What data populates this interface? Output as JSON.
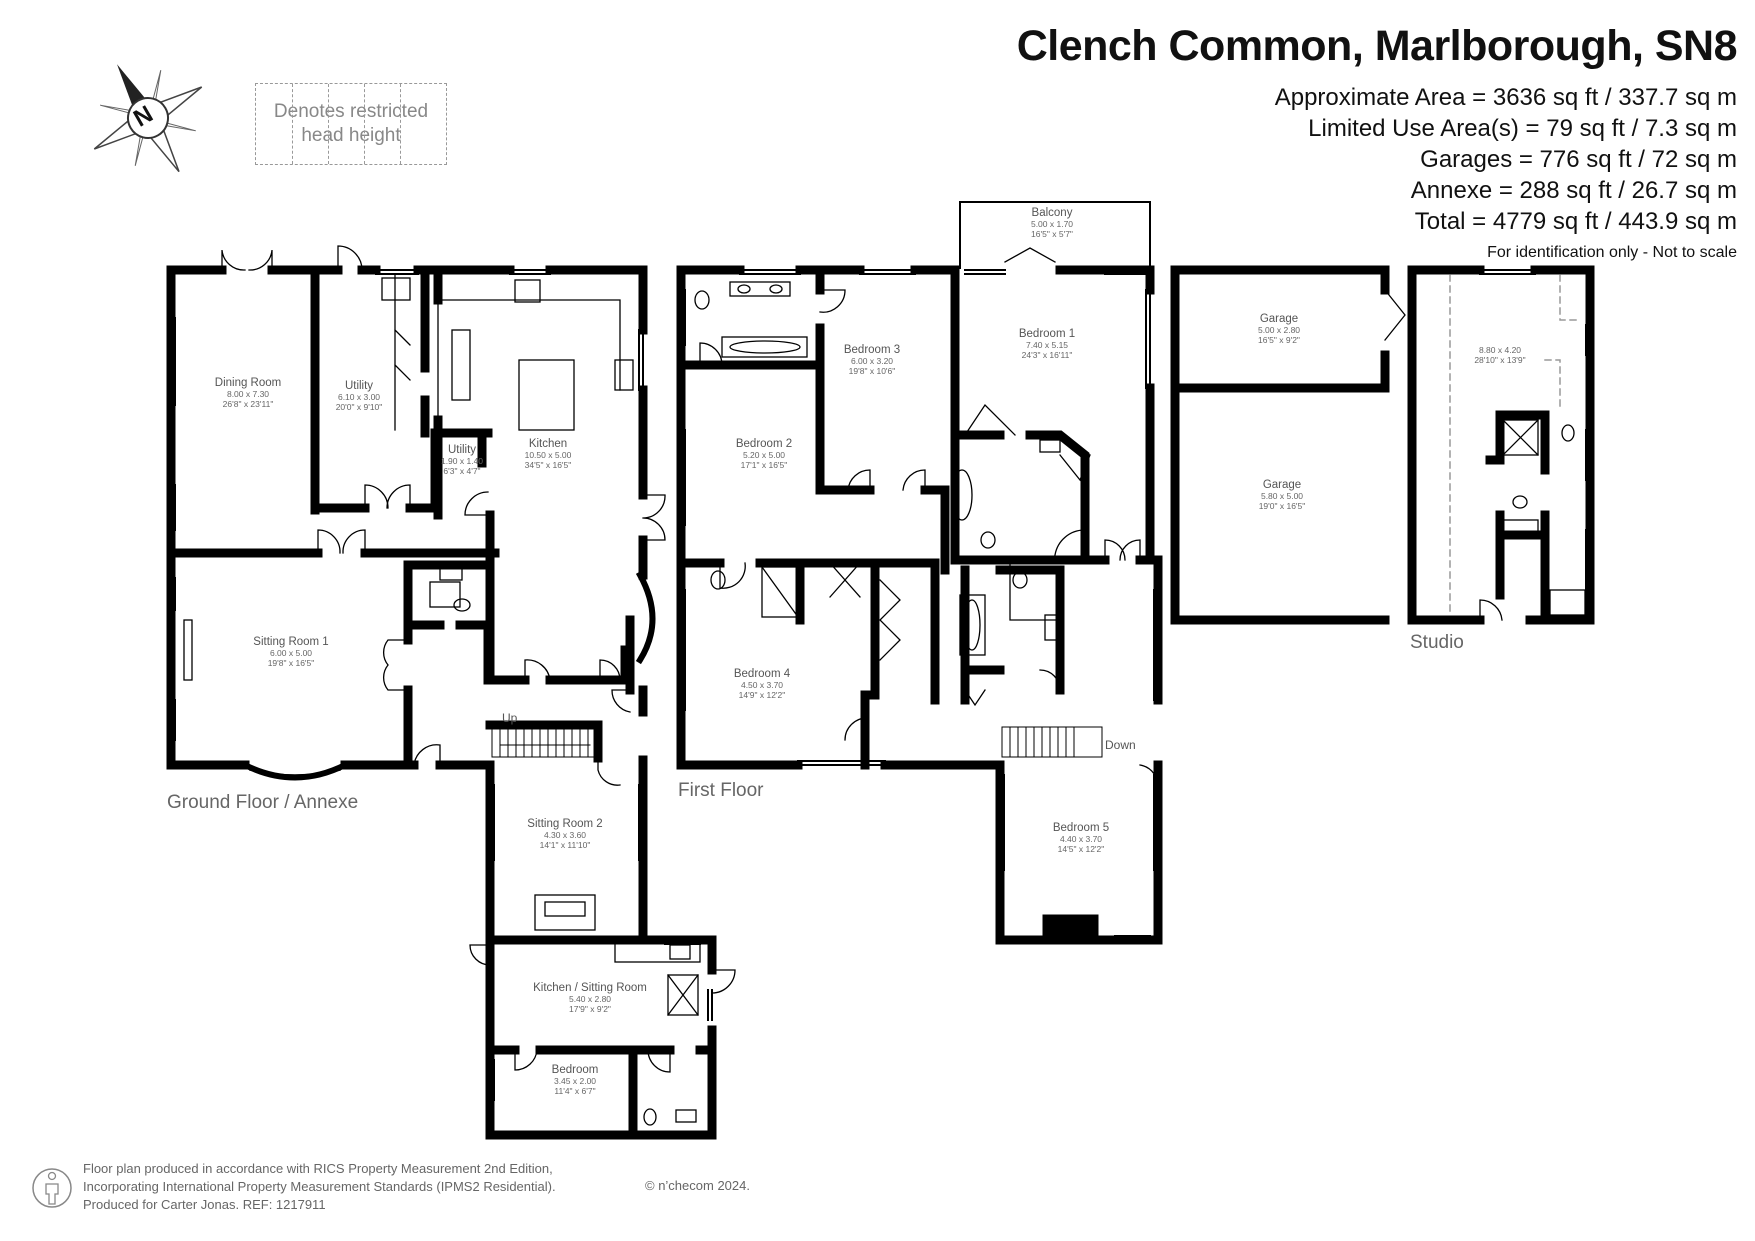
{
  "header": {
    "title": "Clench Common, Marlborough, SN8",
    "areas": [
      "Approximate Area = 3636 sq ft / 337.7 sq m",
      "Limited Use Area(s) = 79 sq ft / 7.3 sq m",
      "Garages = 776 sq ft / 72 sq m",
      "Annexe = 288 sq ft / 26.7 sq m",
      "Total = 4779 sq ft / 443.9 sq m"
    ],
    "note": "For identification only - Not to scale"
  },
  "compass": {
    "label": "N",
    "icon": "compass-icon"
  },
  "legend": {
    "line1": "Denotes restricted",
    "line2": "head height"
  },
  "floors": {
    "ground": "Ground Floor / Annexe",
    "first": "First Floor",
    "studio": "Studio"
  },
  "rooms": {
    "dining": {
      "name": "Dining Room",
      "metric": "8.00 x 7.30",
      "imperial": "26'8\" x 23'11\""
    },
    "utility1": {
      "name": "Utility",
      "metric": "6.10 x 3.00",
      "imperial": "20'0\" x 9'10\""
    },
    "utility2": {
      "name": "Utility",
      "metric": "1.90 x 1.40",
      "imperial": "6'3\" x 4'7\""
    },
    "kitchen": {
      "name": "Kitchen",
      "metric": "10.50 x 5.00",
      "imperial": "34'5\" x 16'5\""
    },
    "sitting1": {
      "name": "Sitting Room 1",
      "metric": "6.00 x 5.00",
      "imperial": "19'8\" x 16'5\""
    },
    "sitting2": {
      "name": "Sitting Room 2",
      "metric": "4.30 x 3.60",
      "imperial": "14'1\" x 11'10\""
    },
    "annexe_kitchen": {
      "name": "Kitchen / Sitting Room",
      "metric": "5.40 x 2.80",
      "imperial": "17'9\" x 9'2\""
    },
    "annexe_bedroom": {
      "name": "Bedroom",
      "metric": "3.45 x 2.00",
      "imperial": "11'4\" x 6'7\""
    },
    "bedroom1": {
      "name": "Bedroom 1",
      "metric": "7.40 x 5.15",
      "imperial": "24'3\" x 16'11\""
    },
    "bedroom2": {
      "name": "Bedroom 2",
      "metric": "5.20 x 5.00",
      "imperial": "17'1\" x 16'5\""
    },
    "bedroom3": {
      "name": "Bedroom 3",
      "metric": "6.00 x 3.20",
      "imperial": "19'8\" x 10'6\""
    },
    "bedroom4": {
      "name": "Bedroom 4",
      "metric": "4.50 x 3.70",
      "imperial": "14'9\" x 12'2\""
    },
    "bedroom5": {
      "name": "Bedroom 5",
      "metric": "4.40 x 3.70",
      "imperial": "14'5\" x 12'2\""
    },
    "balcony": {
      "name": "Balcony",
      "metric": "5.00 x 1.70",
      "imperial": "16'5\" x 5'7\""
    },
    "garage1": {
      "name": "Garage",
      "metric": "5.00 x 2.80",
      "imperial": "16'5\" x 9'2\""
    },
    "garage2": {
      "name": "Garage",
      "metric": "5.80 x 5.00",
      "imperial": "19'0\" x 16'5\""
    },
    "studio": {
      "name": "",
      "metric": "8.80 x 4.20",
      "imperial": "28'10\" x 13'9\""
    }
  },
  "stairs": {
    "up": "Up",
    "down": "Down"
  },
  "footer": {
    "line1": "Floor plan produced in accordance with RICS Property Measurement 2nd Edition,",
    "line2": "Incorporating International Property Measurement Standards (IPMS2 Residential).",
    "line3": "Produced for Carter Jonas.    REF: 1217911",
    "copyright": "© n’checom 2024."
  }
}
